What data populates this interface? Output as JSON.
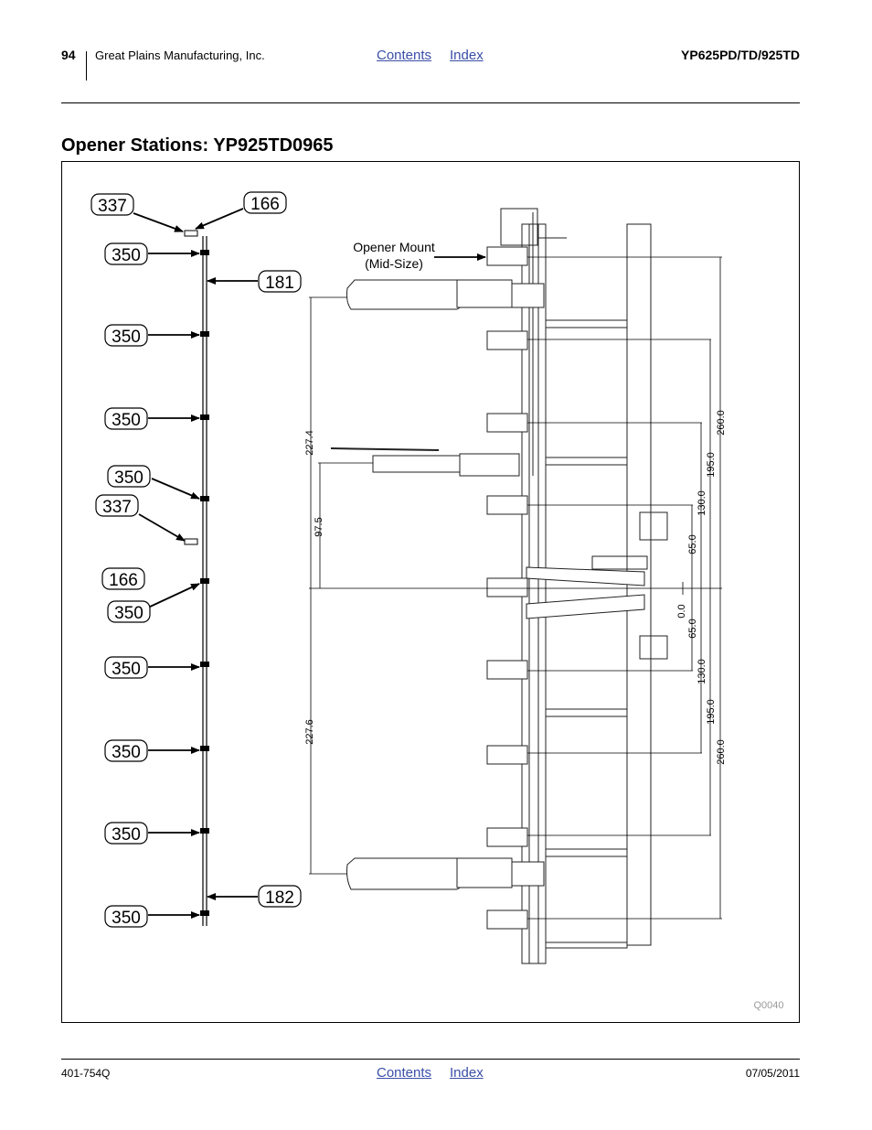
{
  "header": {
    "page_number": "94",
    "company": "Great Plains Manufacturing, Inc.",
    "contents_link": "Contents",
    "index_link": "Index",
    "model": "YP625PD/TD/925TD"
  },
  "page_title": "Opener Stations: YP925TD0965",
  "diagram": {
    "callouts": {
      "c337a": "337",
      "c166a": "166",
      "c350a": "350",
      "c181": "181",
      "c350b": "350",
      "c350c": "350",
      "c350d": "350",
      "c337b": "337",
      "c166b": "166",
      "c350e": "350",
      "c350f": "350",
      "c350g": "350",
      "c350h": "350",
      "c182": "182",
      "c350i": "350"
    },
    "opener_mount_label_1": "Opener Mount",
    "opener_mount_label_2": "(Mid-Size)",
    "dims": {
      "d227_4": "227.4",
      "d97_5": "97.5",
      "d227_6": "227.6",
      "d260_top": "260.0",
      "d195_top": "195.0",
      "d130_top": "130.0",
      "d65_top": "65.0",
      "d0_0": "0.0",
      "d65_bot": "65.0",
      "d130_bot": "130.0",
      "d195_bot": "195.0",
      "d260_bot": "260.0"
    },
    "figure_code": "Q0040"
  },
  "footer": {
    "doc_number": "401-754Q",
    "contents_link": "Contents",
    "index_link": "Index",
    "date": "07/05/2011"
  }
}
